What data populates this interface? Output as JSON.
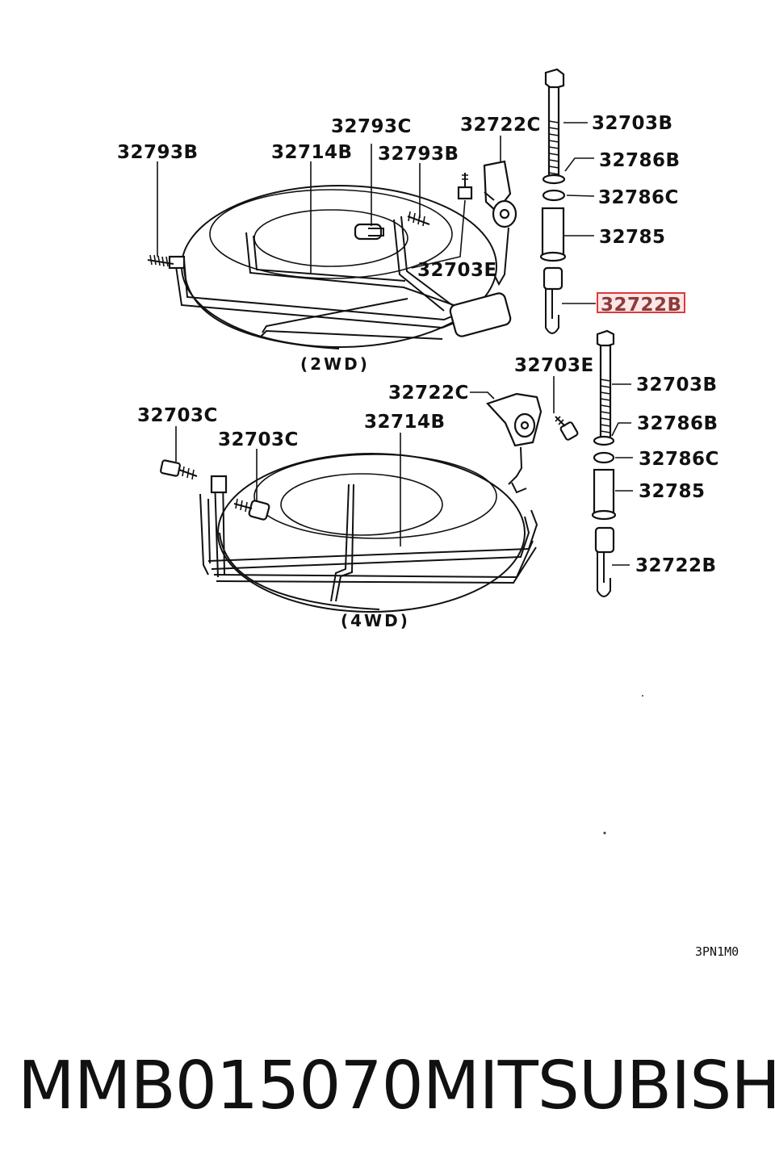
{
  "labels": {
    "p_32793B_l": "32793B",
    "p_32793C": "32793C",
    "p_32714B_top": "32714B",
    "p_32793B_m": "32793B",
    "p_32722C_top": "32722C",
    "p_32703B_top": "32703B",
    "p_32786B_top": "32786B",
    "p_32786C_top": "32786C",
    "p_32785_top": "32785",
    "p_32703E_top": "32703E",
    "p_32722B_top": "32722B",
    "p_32703E_bot": "32703E",
    "p_32722C_bot": "32722C",
    "p_32703B_bot": "32703B",
    "p_32703C_l": "32703C",
    "p_32714B_bot": "32714B",
    "p_32786B_bot": "32786B",
    "p_32703C_m": "32703C",
    "p_32786C_bot": "32786C",
    "p_32785_bot": "32785",
    "p_32722B_bot": "32722B"
  },
  "variants": {
    "top": "(2WD)",
    "bottom": "(4WD)"
  },
  "diagram_code": "3PN1M0",
  "highlight_part": "32722B",
  "colors": {
    "highlight": "#e03a3a",
    "ink": "#111111"
  },
  "footer": {
    "part_number": "MMB015070",
    "brand": "MITSUBISHI"
  }
}
